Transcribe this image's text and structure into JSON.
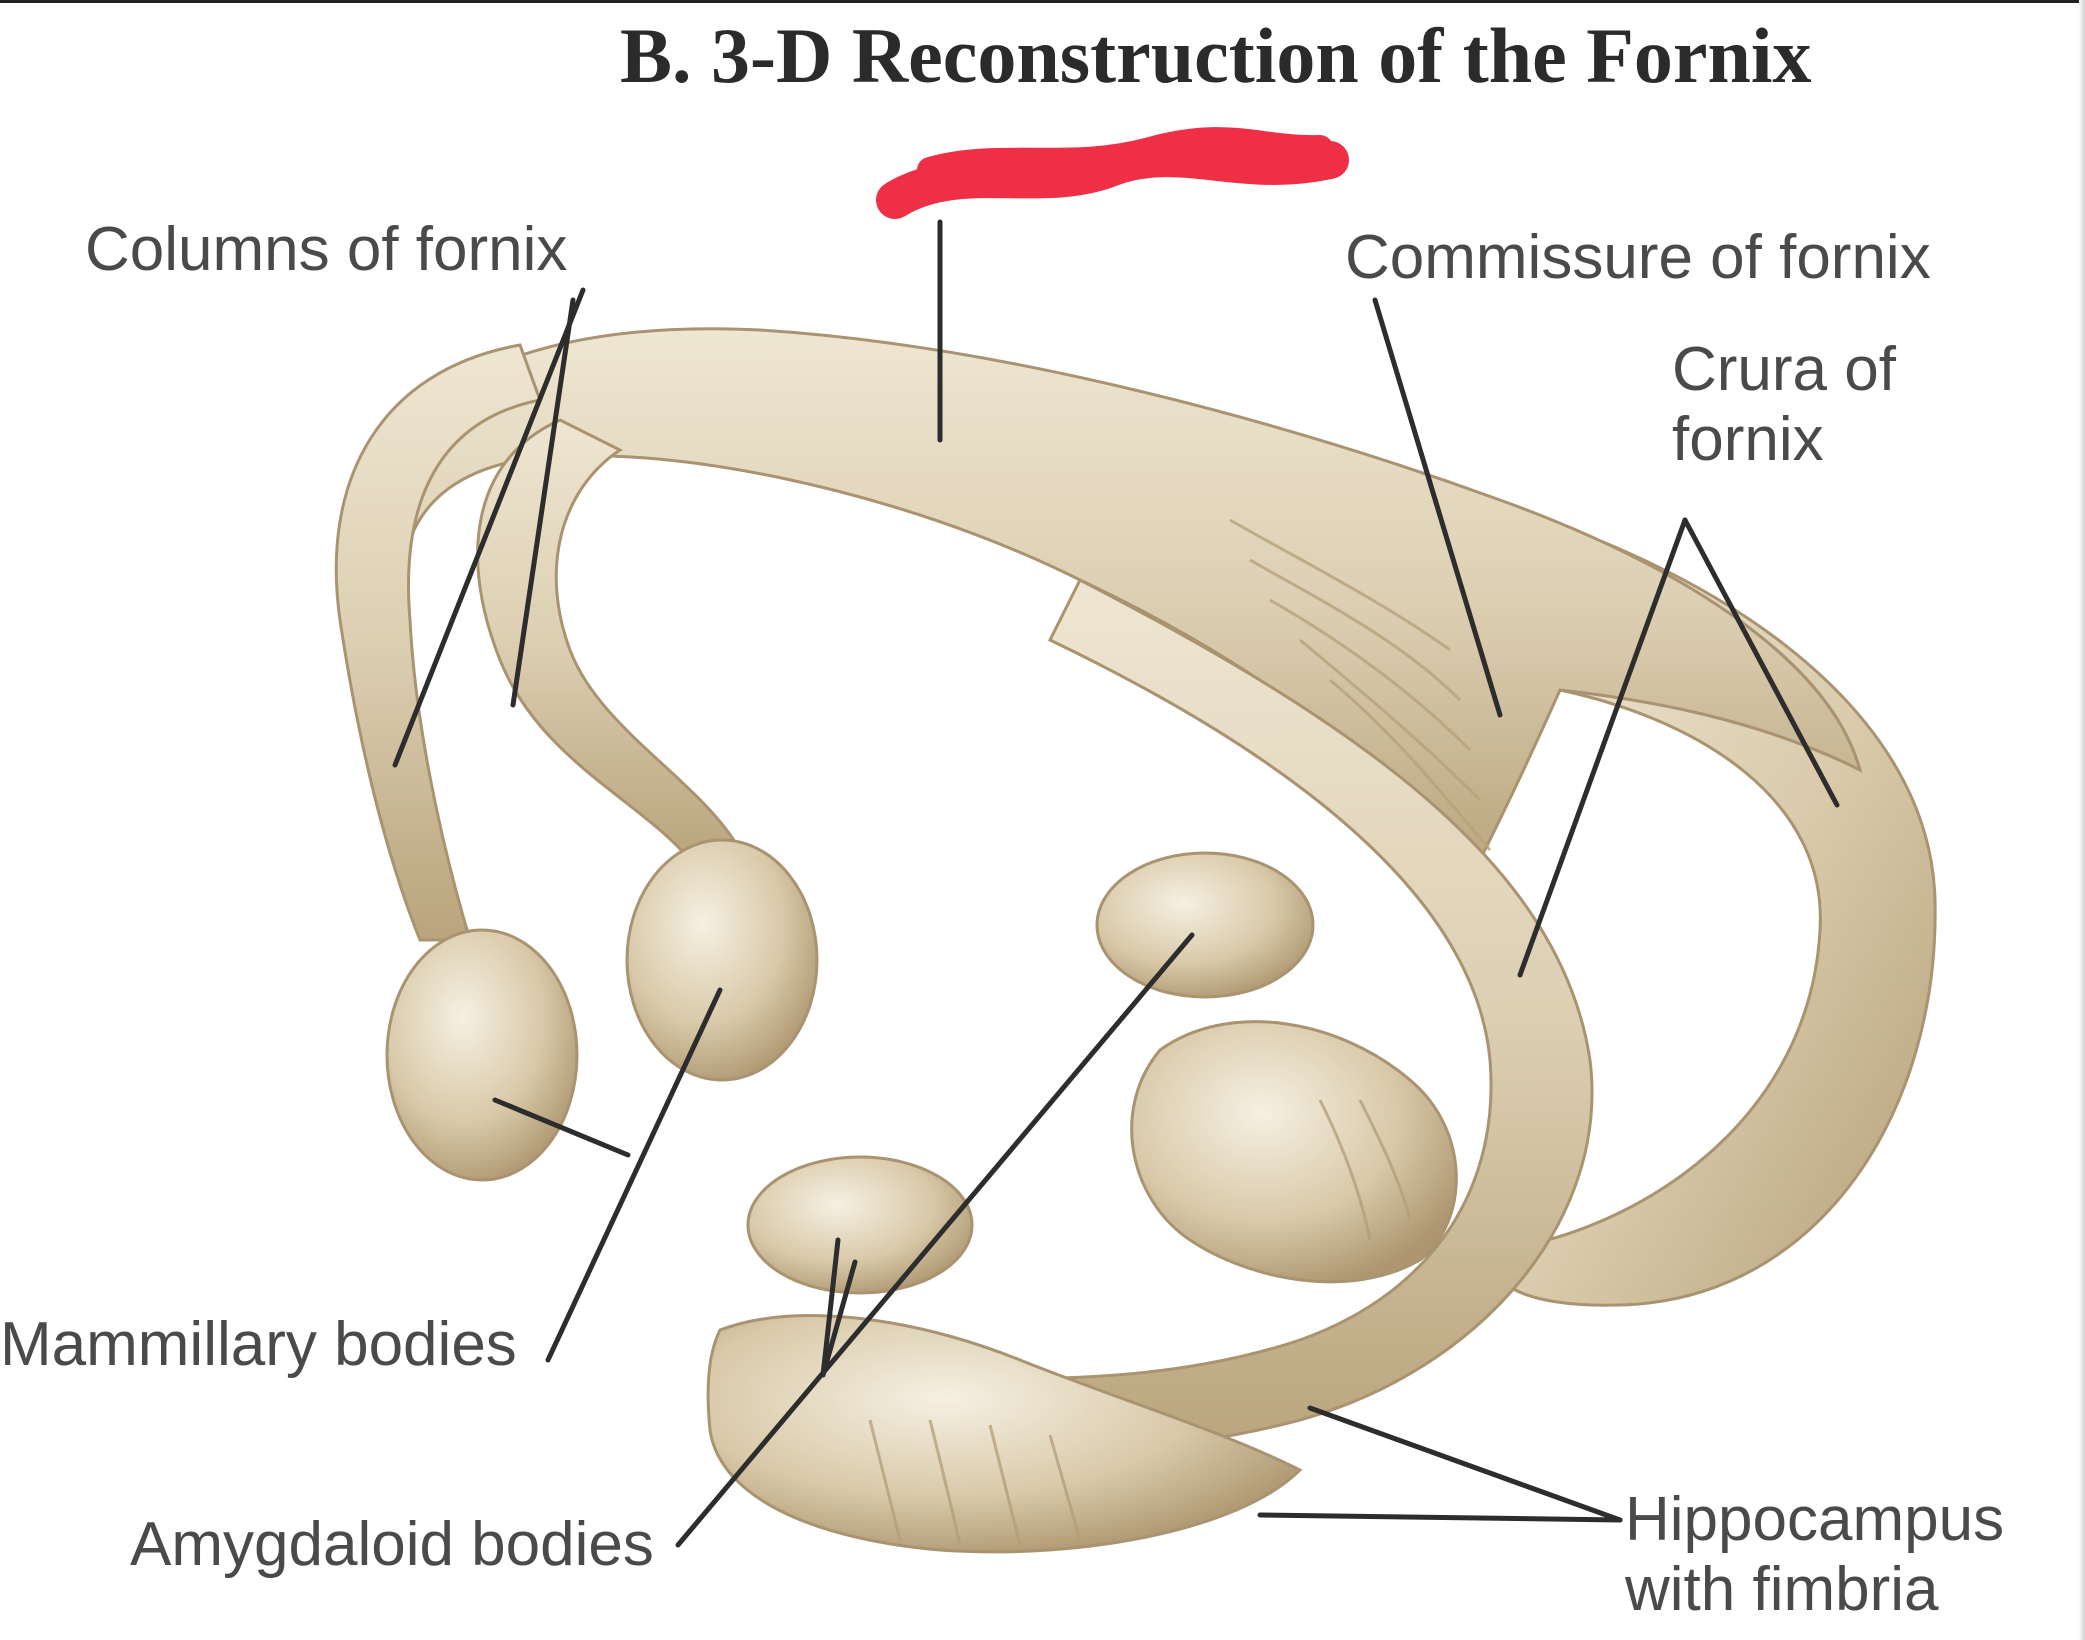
{
  "title": "B. 3-D Reconstruction of the Fornix",
  "labels": {
    "columns": "Columns of fornix",
    "commissure": "Commissure of fornix",
    "crura_line1": "Crura of",
    "crura_line2": "fornix",
    "mammillary": "Mammillary bodies",
    "amygdaloid": "Amygdaloid bodies",
    "hippocampus_line1": "Hippocampus",
    "hippocampus_line2": "with fimbria"
  },
  "colors": {
    "tissue": "#dccfb2",
    "tissue_shadow": "#b9a47c",
    "tissue_highlight": "#f4eee0",
    "redaction": "#ee2f45",
    "leader": "#2d2d2d",
    "label_text": "#4a4a4a"
  },
  "annotations": {
    "redacted_label": "red scribble covering a removed label"
  }
}
